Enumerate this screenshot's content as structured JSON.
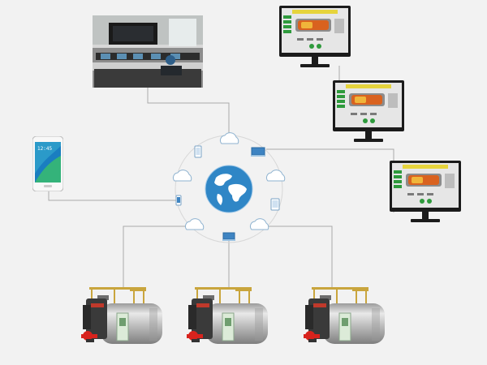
{
  "diagram": {
    "type": "remote-monitoring-network",
    "hub": {
      "icon": "globe-icon"
    },
    "orbit_icons": [
      "cloud-icon",
      "mobile-phone-icon",
      "cloud-icon",
      "laptop-icon",
      "cloud-icon",
      "tablet-icon",
      "cloud-icon",
      "laptop-icon",
      "cloud-icon",
      "phone-icon",
      "cloud-icon"
    ],
    "nodes": {
      "control_room": {
        "icon": "control-room-photo"
      },
      "smartphone": {
        "icon": "smartphone-icon",
        "clock": "12:45"
      },
      "monitors": [
        {
          "icon": "monitor-icon"
        },
        {
          "icon": "monitor-icon"
        },
        {
          "icon": "monitor-icon"
        }
      ],
      "boilers": [
        {
          "icon": "boiler-icon"
        },
        {
          "icon": "boiler-icon"
        },
        {
          "icon": "boiler-icon"
        }
      ]
    },
    "colors": {
      "background": "#f2f2f2",
      "connector": "#a9a9a9",
      "globe": "#2f86c6",
      "monitor_screen_bg": "#e6e6e6",
      "monitor_banner": "#e6d43c",
      "monitor_flame": "#d9621f",
      "monitor_button": "#2e9a3c",
      "boiler_body": "#bfbfbf",
      "boiler_burner": "#d8231d",
      "boiler_rail": "#c9a53d",
      "boiler_panel": "#dcebd8"
    }
  }
}
